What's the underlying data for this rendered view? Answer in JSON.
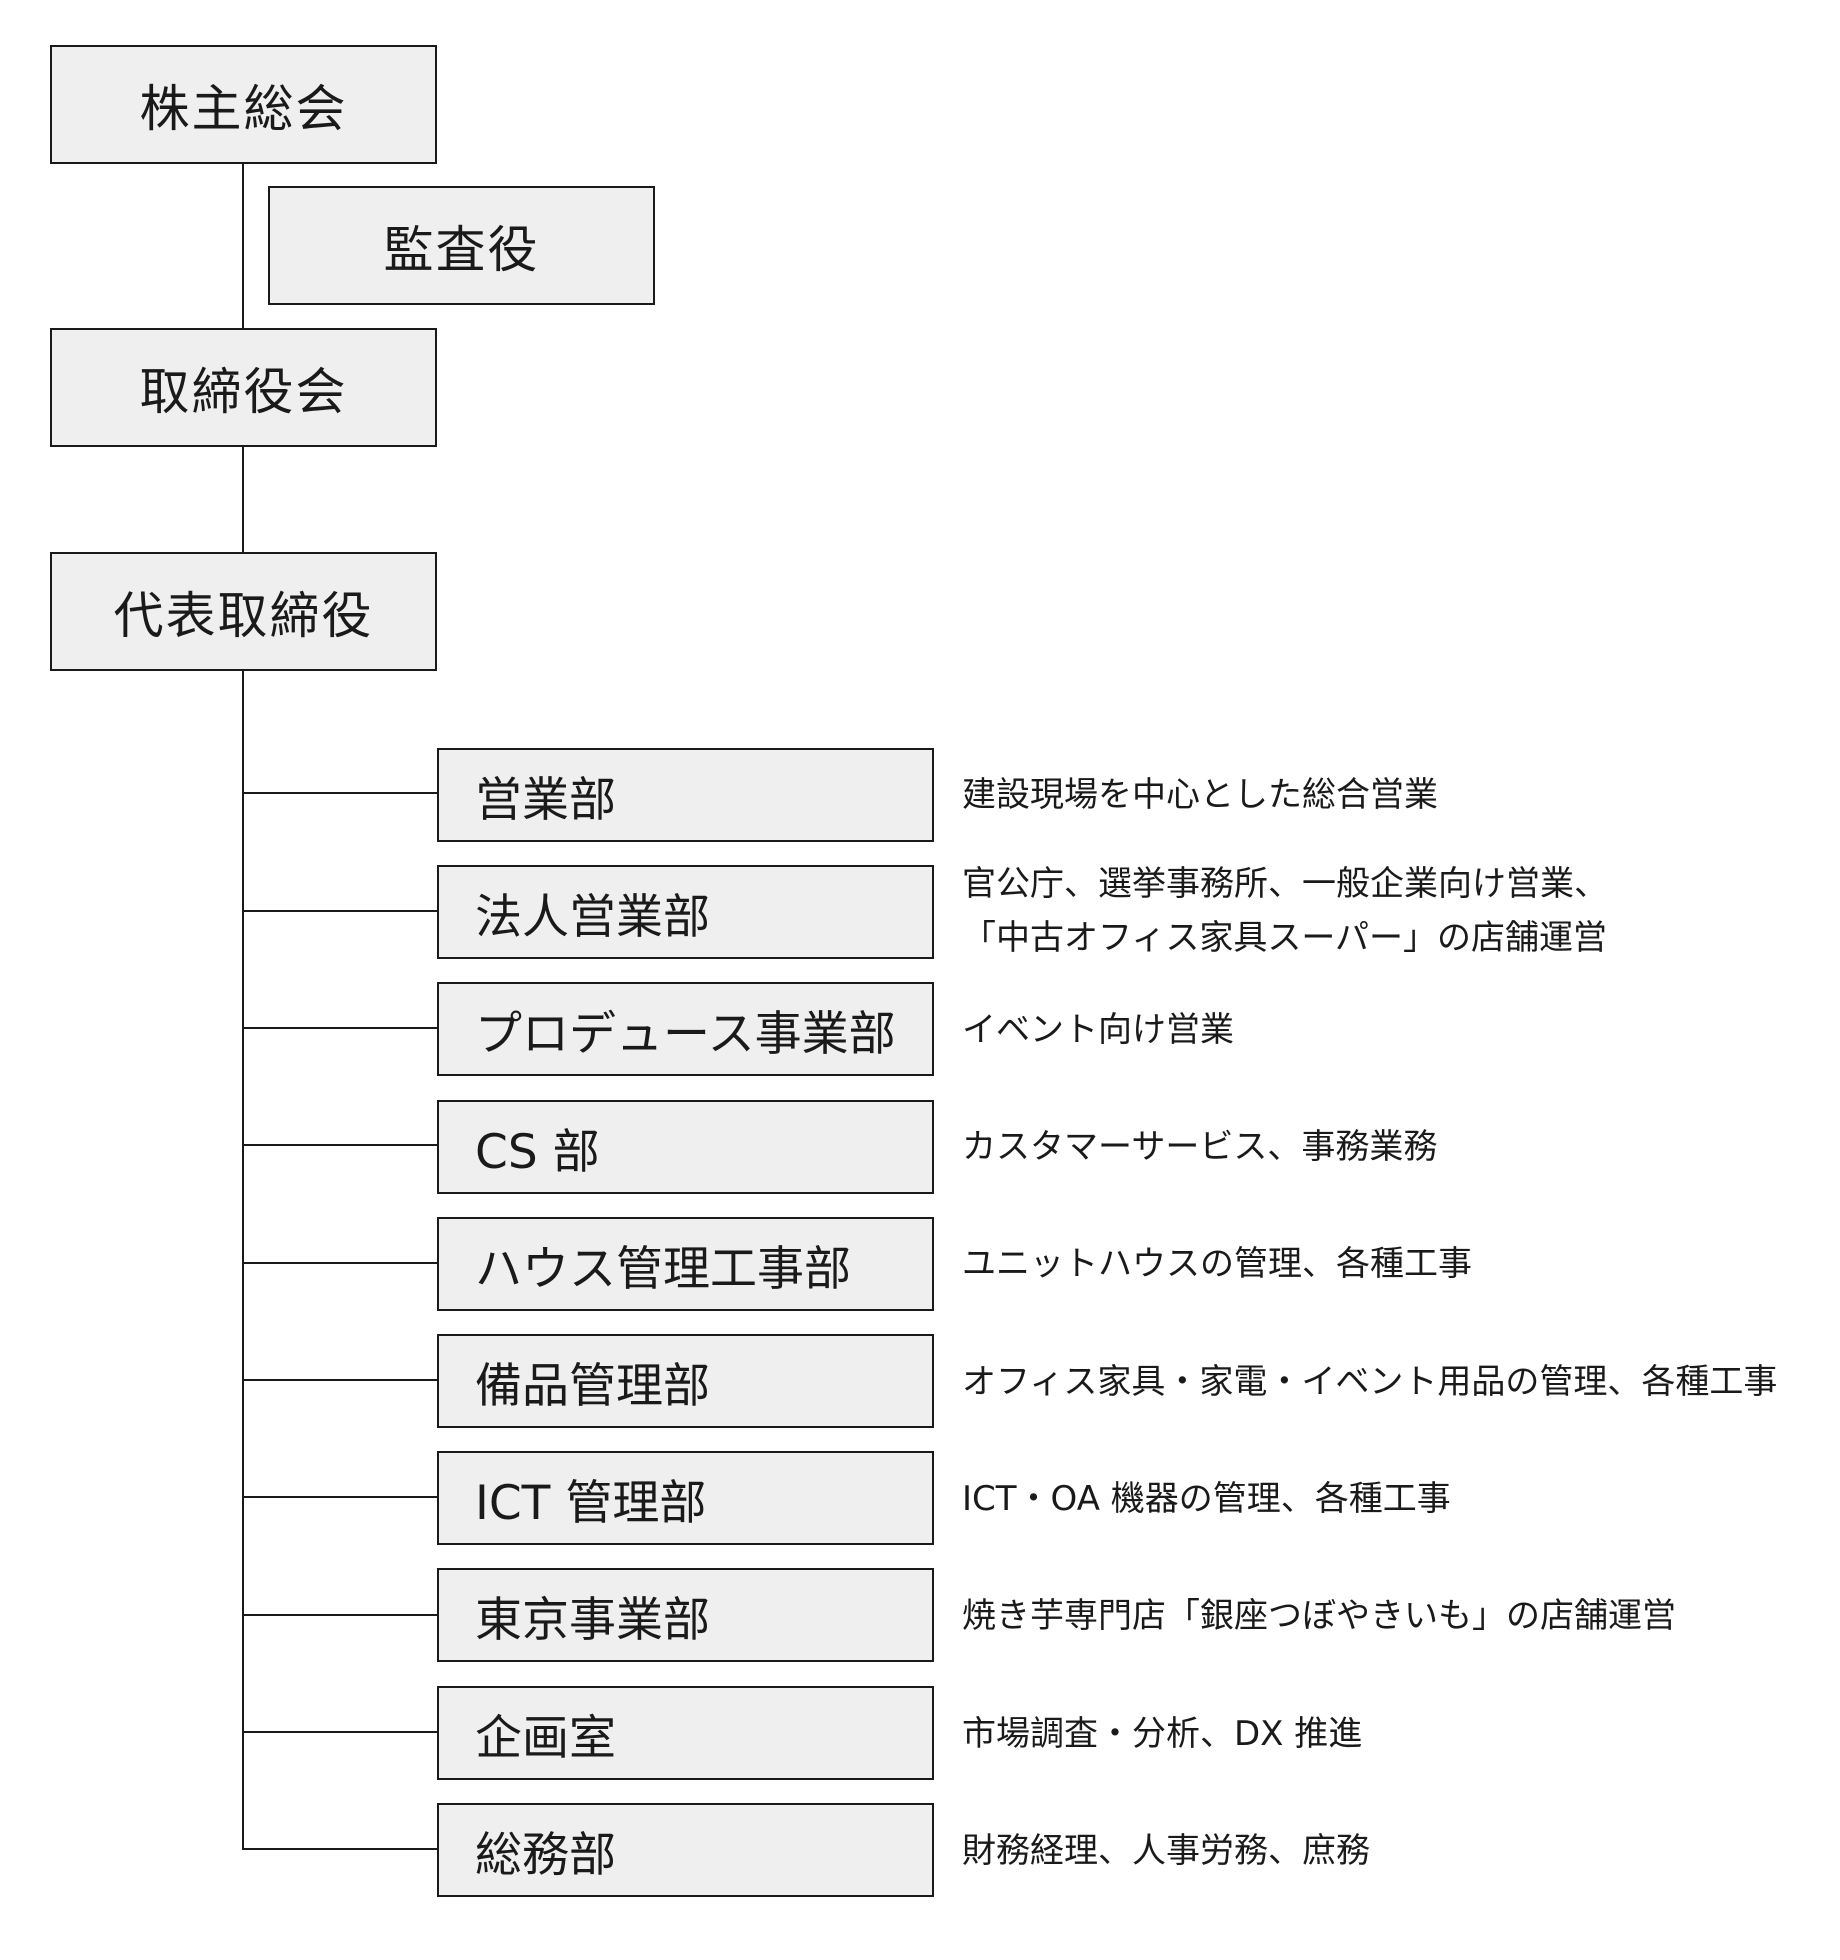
{
  "top": {
    "shareholders": "株主総会",
    "auditor": "監査役",
    "board": "取締役会",
    "president": "代表取締役"
  },
  "departments": [
    {
      "name": "営業部",
      "description": [
        "建設現場を中心とした総合営業"
      ]
    },
    {
      "name": "法人営業部",
      "description": [
        "官公庁、選挙事務所、一般企業向け営業、",
        "「中古オフィス家具スーパー」の店舗運営"
      ]
    },
    {
      "name": "プロデュース事業部",
      "description": [
        "イベント向け営業"
      ]
    },
    {
      "name": "CS 部",
      "description": [
        "カスタマーサービス、事務業務"
      ]
    },
    {
      "name": "ハウス管理工事部",
      "description": [
        "ユニットハウスの管理、各種工事"
      ]
    },
    {
      "name": "備品管理部",
      "description": [
        "オフィス家具・家電・イベント用品の管理、各種工事"
      ]
    },
    {
      "name": "ICT 管理部",
      "description": [
        "ICT・OA 機器の管理、各種工事"
      ]
    },
    {
      "name": "東京事業部",
      "description": [
        "焼き芋専門店「銀座つぼやきいも」の店舗運営"
      ]
    },
    {
      "name": "企画室",
      "description": [
        "市場調査・分析、DX 推進"
      ]
    },
    {
      "name": "総務部",
      "description": [
        "財務経理、人事労務、庶務"
      ]
    }
  ]
}
